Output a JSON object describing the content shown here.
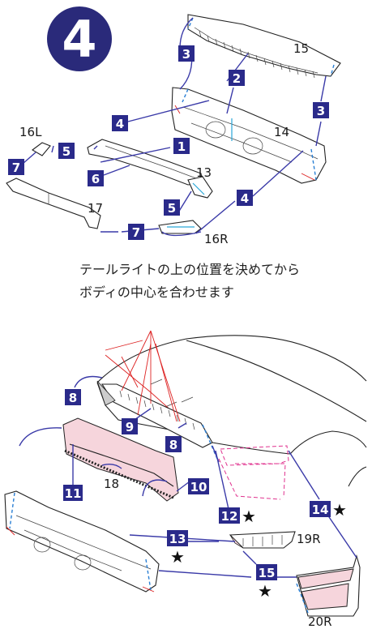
{
  "step": {
    "number": "4"
  },
  "colors": {
    "step_circle": "#2a2a7a",
    "badge": "#2a2a8a",
    "guide_line": "#3a3aa8",
    "dash_blue": "#2a7fd4",
    "pink": "#e0338f"
  },
  "parts_top": [
    {
      "id": "p15",
      "text": "15"
    },
    {
      "id": "p14",
      "text": "14"
    },
    {
      "id": "p16L",
      "text": "16L"
    },
    {
      "id": "p13",
      "text": "13"
    },
    {
      "id": "p17",
      "text": "17"
    },
    {
      "id": "p16R",
      "text": "16R"
    }
  ],
  "steps_top": [
    {
      "id": "s3a",
      "text": "3"
    },
    {
      "id": "s2",
      "text": "2"
    },
    {
      "id": "s3b",
      "text": "3"
    },
    {
      "id": "s4a",
      "text": "4"
    },
    {
      "id": "s1",
      "text": "1"
    },
    {
      "id": "s5a",
      "text": "5"
    },
    {
      "id": "s7a",
      "text": "7"
    },
    {
      "id": "s6",
      "text": "6"
    },
    {
      "id": "s5b",
      "text": "5"
    },
    {
      "id": "s4b",
      "text": "4"
    },
    {
      "id": "s7b",
      "text": "7"
    }
  ],
  "instruction": {
    "line1": "テールライトの上の位置を決めてから",
    "line2": "ボディの中心を合わせます"
  },
  "parts_bottom": [
    {
      "id": "p18",
      "text": "18"
    },
    {
      "id": "p19R",
      "text": "19R"
    },
    {
      "id": "p20R",
      "text": "20R"
    }
  ],
  "steps_bottom": [
    {
      "id": "s8a",
      "text": "8"
    },
    {
      "id": "s9",
      "text": "9"
    },
    {
      "id": "s8b",
      "text": "8"
    },
    {
      "id": "s10",
      "text": "10"
    },
    {
      "id": "s11",
      "text": "11"
    },
    {
      "id": "s12",
      "text": "12"
    },
    {
      "id": "s13",
      "text": "13"
    },
    {
      "id": "s14",
      "text": "14"
    },
    {
      "id": "s15",
      "text": "15"
    }
  ],
  "star_symbol": "★"
}
